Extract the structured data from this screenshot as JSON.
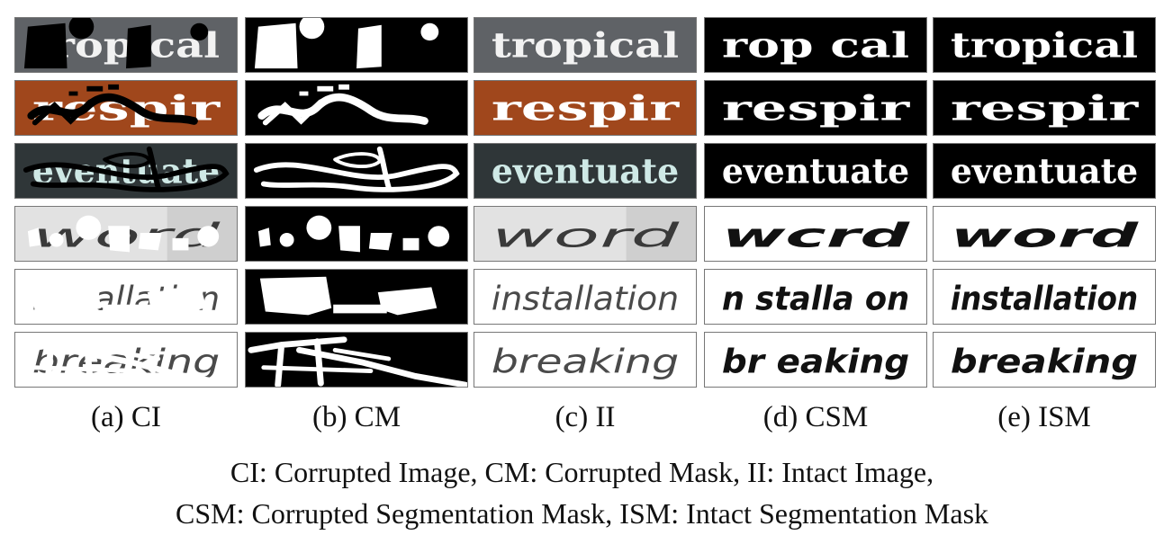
{
  "rows": [
    {
      "word": "tropical",
      "corrupted_text": "rop cal",
      "style": "print"
    },
    {
      "word": "respir",
      "corrupted_text": "respir",
      "style": "print"
    },
    {
      "word": "eventuate",
      "corrupted_text": "eventuate",
      "style": "print"
    },
    {
      "word": "word",
      "corrupted_text": "wcrd",
      "style": "hand"
    },
    {
      "word": "installation",
      "corrupted_text": "n stalla on",
      "style": "hand"
    },
    {
      "word": "breaking",
      "corrupted_text": "br eaking",
      "style": "hand"
    }
  ],
  "columns": [
    {
      "label": "(a) CI"
    },
    {
      "label": "(b) CM"
    },
    {
      "label": "(c) II"
    },
    {
      "label": "(d) CSM"
    },
    {
      "label": "(e) ISM"
    }
  ],
  "caption": {
    "line1": "CI: Corrupted Image, CM: Corrupted Mask, II: Intact Image,",
    "line2": "CSM: Corrupted Segmentation Mask, ISM: Intact Segmentation Mask"
  },
  "colors": {
    "tropical_bg": "#5f6266",
    "respir_bg": "#a0471c",
    "eventuate_bg": "#2f3638",
    "eventuate_text": "#cfe9e6",
    "hand_bg": "#e2e2e2",
    "mask_bg": "#000000",
    "mask_fg": "#ffffff",
    "ink": "#111111"
  }
}
